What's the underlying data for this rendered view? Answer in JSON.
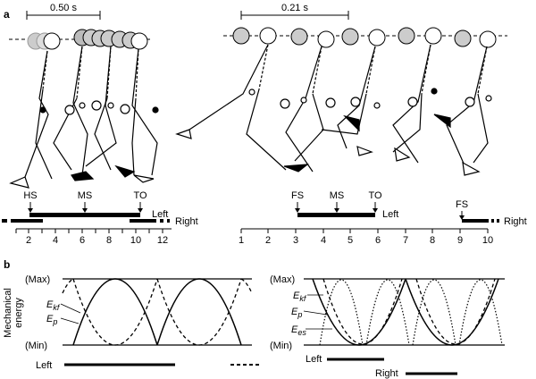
{
  "panel_a": {
    "label": "a",
    "left": {
      "scale_bar": "0.50 s",
      "events": [
        "HS",
        "MS",
        "TO"
      ],
      "limb_left": "Left",
      "limb_right": "Right",
      "ticks": [
        "2",
        "4",
        "6",
        "8",
        "10",
        "12"
      ]
    },
    "right": {
      "scale_bar": "0.21 s",
      "events": [
        "FS",
        "MS",
        "TO"
      ],
      "event_fs2": "FS",
      "limb_left": "Left",
      "limb_right": "Right",
      "ticks": [
        "1",
        "2",
        "3",
        "4",
        "5",
        "6",
        "7",
        "8",
        "9",
        "10"
      ]
    }
  },
  "panel_b": {
    "label": "b",
    "y_axis": "Mechanical energy",
    "y_axis_line1": "Mechanical",
    "y_axis_line2": "energy",
    "max": "(Max)",
    "min": "(Min)",
    "left": {
      "ekf_main": "E",
      "ekf_sub": "kf",
      "ep_main": "E",
      "ep_sub": "p",
      "limb": "Left"
    },
    "right": {
      "ekf_main": "E",
      "ekf_sub": "kf",
      "ep_main": "E",
      "ep_sub": "p",
      "ees_main": "E",
      "ees_sub": "es",
      "limb_left": "Left",
      "limb_right": "Right"
    }
  }
}
